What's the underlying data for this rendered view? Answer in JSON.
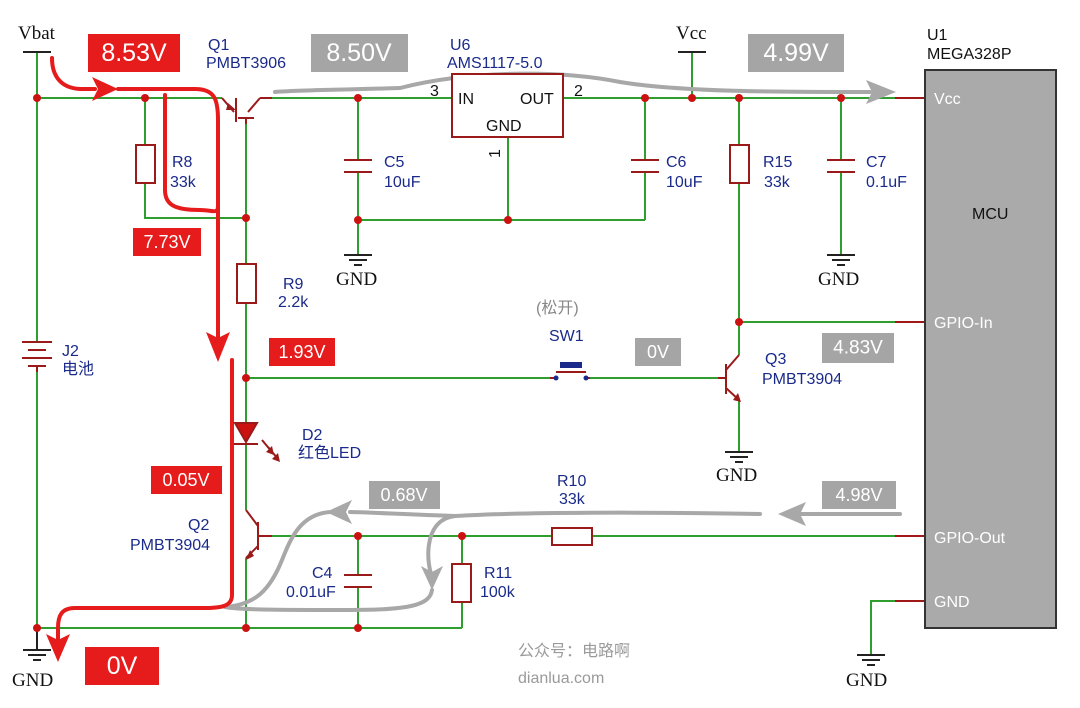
{
  "colors": {
    "red_badge": "#e61b1b",
    "gray_badge": "#a5a5a5",
    "wire": "#2f9e2f",
    "part": "#9a1a1a",
    "label": "#1a2a8a",
    "mcu_fill": "#aaaaaa"
  },
  "rails": {
    "vbat": "Vbat",
    "vcc": "Vcc"
  },
  "gnd_label": "GND",
  "voltages": {
    "vbat": "8.53V",
    "q1_out": "8.50V",
    "vcc_out": "4.99V",
    "r8_node": "7.73V",
    "q1_base_r9": "1.93V",
    "sw_node": "0V",
    "gpio_in": "4.83V",
    "led_node": "0.05V",
    "q2_base": "0.68V",
    "gpio_out": "4.98V",
    "ground": "0V"
  },
  "components": {
    "q1": {
      "ref": "Q1",
      "value": "PMBT3906"
    },
    "u6": {
      "ref": "U6",
      "value": "AMS1117-5.0",
      "pin_in": "IN",
      "pin_out": "OUT",
      "pin_gnd": "GND",
      "pin_3": "3",
      "pin_2": "2",
      "pin_1": "1"
    },
    "u1": {
      "ref": "U1",
      "value": "MEGA328P",
      "body": "MCU",
      "pin_vcc": "Vcc",
      "pin_gpio_in": "GPIO-In",
      "pin_gpio_out": "GPIO-Out",
      "pin_gnd": "GND"
    },
    "r8": {
      "ref": "R8",
      "value": "33k"
    },
    "r9": {
      "ref": "R9",
      "value": "2.2k"
    },
    "r10": {
      "ref": "R10",
      "value": "33k"
    },
    "r11": {
      "ref": "R11",
      "value": "100k"
    },
    "r15": {
      "ref": "R15",
      "value": "33k"
    },
    "c4": {
      "ref": "C4",
      "value": "0.01uF"
    },
    "c5": {
      "ref": "C5",
      "value": "10uF"
    },
    "c6": {
      "ref": "C6",
      "value": "10uF"
    },
    "c7": {
      "ref": "C7",
      "value": "0.1uF"
    },
    "j2": {
      "ref": "J2",
      "value": "电池"
    },
    "d2": {
      "ref": "D2",
      "value": "红色LED"
    },
    "q2": {
      "ref": "Q2",
      "value": "PMBT3904"
    },
    "q3": {
      "ref": "Q3",
      "value": "PMBT3904"
    },
    "sw1": {
      "ref": "SW1",
      "state": "(松开)"
    }
  },
  "watermark": {
    "line1": "公众号：电路啊",
    "line2": "dianlua.com"
  }
}
